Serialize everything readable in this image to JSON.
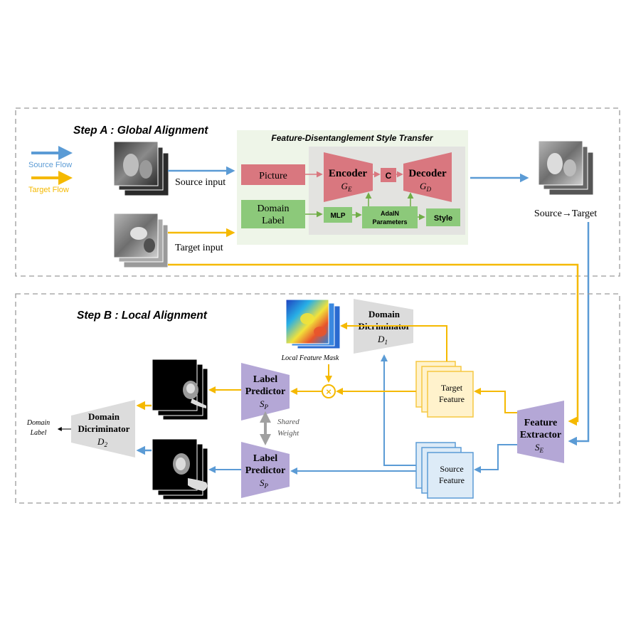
{
  "step_a": {
    "title": "Step A : Global Alignment",
    "legend": {
      "source_flow": "Source Flow",
      "target_flow": "Target  Flow"
    },
    "source_input_label": "Source input",
    "target_input_label": "Target input",
    "style_transfer": {
      "title": "Feature-Disentanglement Style Transfer",
      "picture_label": "Picture",
      "domain_label_line1": "Domain",
      "domain_label_line2": "Label",
      "encoder_label": "Encoder",
      "encoder_symbol": "G",
      "encoder_sub": "E",
      "concat_label": "C",
      "decoder_label": "Decoder",
      "decoder_symbol": "G",
      "decoder_sub": "D",
      "mlp_label": "MLP",
      "adain_line1": "AdaIN",
      "adain_line2": "Parameters",
      "style_label": "Style"
    },
    "output_label": "Source→Target"
  },
  "step_b": {
    "title": "Step B : Local Alignment",
    "domain_disc_1": {
      "line1": "Domain",
      "line2": "Dicriminator",
      "symbol": "D",
      "sub": "1"
    },
    "local_feature_mask_label": "Local Feature Mask",
    "target_feature_line1": "Target",
    "target_feature_line2": "Feature",
    "source_feature_line1": "Source",
    "source_feature_line2": "Feature",
    "feature_extractor": {
      "line1": "Feature",
      "line2": "Extractor",
      "symbol": "S",
      "sub": "E"
    },
    "label_predictor_top": {
      "line1": "Label",
      "line2": "Predictor",
      "symbol": "S",
      "sub": "P"
    },
    "label_predictor_bottom": {
      "line1": "Label",
      "line2": "Predictor",
      "symbol": "S",
      "sub": "P"
    },
    "shared_weight_line1": "Shared",
    "shared_weight_line2": "Weight",
    "domain_disc_2": {
      "line1": "Domain",
      "line2": "Dicriminator",
      "symbol": "D",
      "sub": "2"
    },
    "domain_label_output_line1": "Domain",
    "domain_label_output_line2": "Label"
  },
  "colors": {
    "source_flow": "#5b9bd5",
    "target_flow": "#f5b900",
    "encoder_decoder": "#d9777f",
    "green_box": "#8cc97a",
    "purple": "#b4a7d6",
    "gray_disc": "#dcdcdc"
  }
}
